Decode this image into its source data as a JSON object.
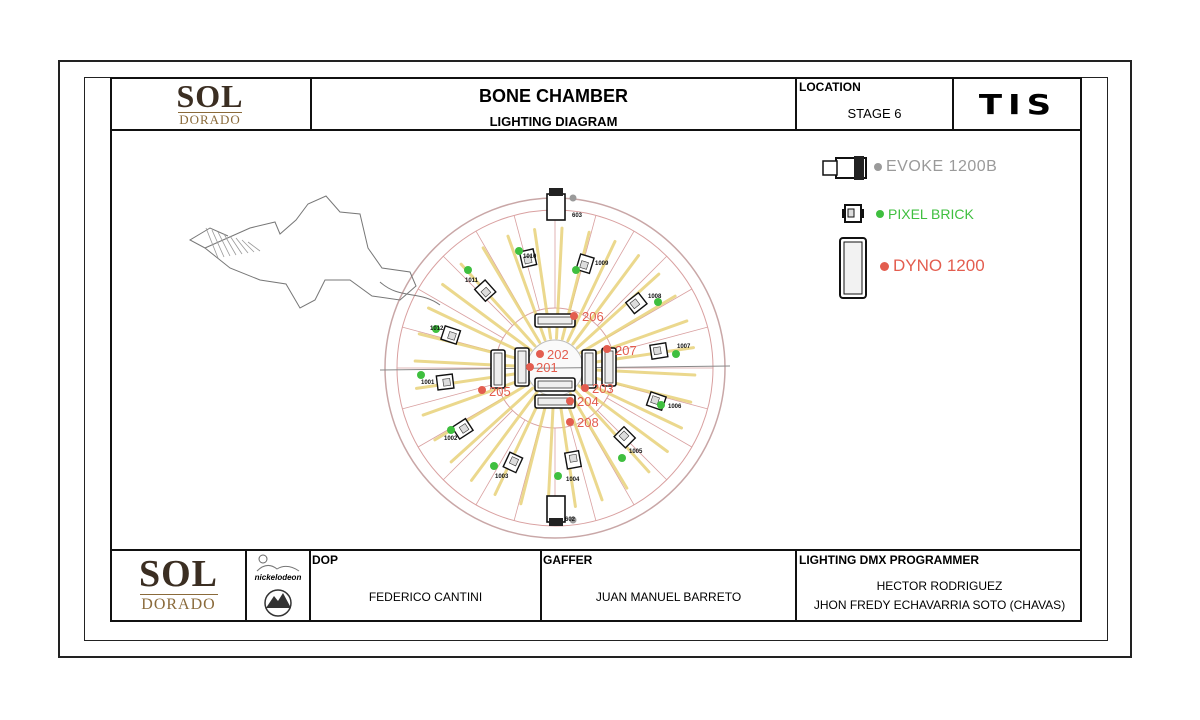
{
  "header": {
    "logo_sol": "SOL",
    "logo_dorado": "DORADO",
    "title": "BONE CHAMBER",
    "subtitle": "LIGHTING DIAGRAM",
    "location_label": "LOCATION",
    "location_value": "STAGE 6",
    "brand": "TIS"
  },
  "legend": {
    "items": [
      {
        "label": "EVOKE 1200B",
        "color": "#9a9a9a"
      },
      {
        "label": "PIXEL BRICK",
        "color": "#3fbf3f"
      },
      {
        "label": "DYNO 1200",
        "color": "#e35d4f"
      }
    ]
  },
  "diagram": {
    "labels_red": [
      "206",
      "202",
      "207",
      "201",
      "205",
      "203",
      "204",
      "208"
    ],
    "labels_fixtures": [
      "603",
      "1010",
      "1009",
      "1011",
      "1008",
      "1012",
      "1007",
      "1001",
      "1006",
      "1002",
      "1005",
      "1003",
      "1004",
      "602"
    ]
  },
  "footer": {
    "logo_sol": "SOL",
    "logo_dorado": "DORADO",
    "nick_logo": "nickelodeon",
    "dop_label": "DOP",
    "dop_value": "FEDERICO CANTINI",
    "gaffer_label": "GAFFER",
    "gaffer_value": "JUAN MANUEL BARRETO",
    "programmer_label": "LIGHTING DMX PROGRAMMER",
    "programmer_value_1": "HECTOR RODRIGUEZ",
    "programmer_value_2": "JHON FREDY ECHAVARRIA SOTO (CHAVAS)"
  }
}
